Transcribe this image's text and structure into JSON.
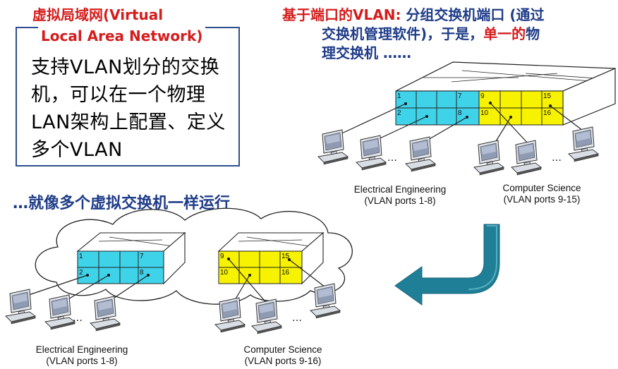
{
  "left_panel": {
    "title_line1": "虚拟局域网(Virtual",
    "title_line2": "Local Area Network)",
    "body": "支持VLAN划分的交换机，可以在一个物理LAN架构上配置、定义多个VLAN"
  },
  "right_panel": {
    "line1_red": "基于端口的VLAN:",
    "line1_blue": " 分组交换机端口 (通过",
    "line2": "交换机管理软件)，于是，",
    "line2_red": "单一的",
    "line2_end": "物",
    "line3": "理交换机 ……"
  },
  "bottom_caption": "…就像多个虚拟交换机一样运行",
  "top_switch": {
    "port_labels": [
      "1",
      "2",
      "7",
      "8",
      "9",
      "10",
      "15",
      "16"
    ],
    "ee_label": "Electrical Engineering",
    "ee_ports": "(VLAN ports 1-8)",
    "cs_label": "Computer Science",
    "cs_ports": "(VLAN ports 9-15)"
  },
  "bottom_switches": {
    "ee_port_labels": [
      "1",
      "2",
      "7",
      "8"
    ],
    "cs_port_labels": [
      "9",
      "10",
      "15",
      "16"
    ],
    "ee_label": "Electrical Engineering",
    "ee_ports": "(VLAN ports 1-8)",
    "cs_label": "Computer Science",
    "cs_ports": "(VLAN ports 9-16)"
  },
  "ellipsis": "…",
  "colors": {
    "ee_ports": "#3fd3ea",
    "cs_ports": "#f7f200",
    "arrow": "#1e7f96",
    "title_red": "#d51c1c",
    "navy": "#1f3c88"
  }
}
